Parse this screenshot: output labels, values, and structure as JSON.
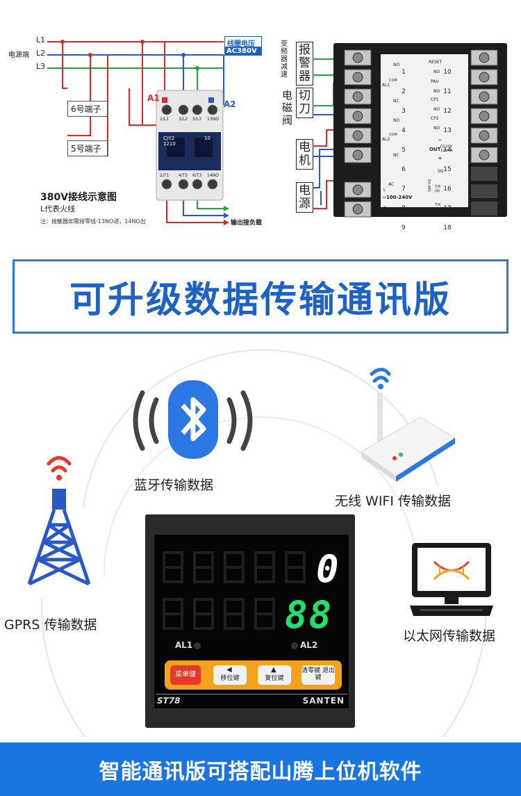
{
  "wiring": {
    "line_labels": [
      "L1",
      "L2",
      "L3"
    ],
    "power_side_label": "电源端",
    "coil_voltage_title": "线圈电压",
    "coil_voltage_value": "AC380V",
    "a1": "A1",
    "a2": "A2",
    "terminal6": "6号端子",
    "terminal5": "5号端子",
    "diagram_title": "380V接线示意图",
    "l_note": "L代表火线",
    "note": "注：接触器如需接零线-13NO进，14NO出",
    "output_load": "输出接负载",
    "contactor_model": "CJX2 1210",
    "contactor_top_terminals": [
      "1/L1",
      "3/L2",
      "5/L3",
      "13NO"
    ],
    "contactor_bottom_terminals": [
      "2/T1",
      "4/T2",
      "6/T3",
      "14NO"
    ],
    "contactor_count": "10"
  },
  "terminal_panel": {
    "left_labels": {
      "inverter": "变频器减速",
      "alarm": "报警器",
      "solenoid": "电磁阀",
      "cutter": "切刀",
      "motor": "电机",
      "power": "电源"
    },
    "left_numbers": [
      "1",
      "2",
      "3",
      "4",
      "5",
      "6",
      "7",
      "8",
      "9"
    ],
    "right_numbers": [
      "10",
      "11",
      "12",
      "13",
      "14",
      "15",
      "16",
      "17",
      "18"
    ],
    "left_text": {
      "no1": "NO",
      "al1": "AL1",
      "com": "COM",
      "nc": "NC",
      "no4": "NO",
      "al2": "AL2",
      "com2": "COM",
      "nc2": "NC",
      "ac_l": "L",
      "ac_n": "N",
      "ac": "AC",
      "range": "~100-240V"
    },
    "right_text": {
      "reset": "RESET",
      "no10": "NO",
      "pau": "PAU",
      "no11": "NO",
      "cp1": "CP1",
      "no12": "NO",
      "cp2": "CP2",
      "no13": "NO",
      "out": "OUT",
      "out_spec": "DC10V 120mA",
      "minus": "−",
      "plus": "+",
      "sg": "SG",
      "rs485": "RS-485",
      "tr_a": "T/R (A)",
      "tr_b": "T/R (B)"
    }
  },
  "title": "可升级数据传输通讯版",
  "features": {
    "bluetooth": "蓝牙传输数据",
    "wifi": "无线 WIFI 传输数据",
    "gprs": "GPRS 传输数据",
    "ethernet": "以太网传输数据"
  },
  "controller": {
    "display_top": "0",
    "display_bottom": "88",
    "al1": "AL1",
    "al2": "AL2",
    "buttons": [
      "菜单键",
      "移位键",
      "复位键",
      "清零键 退出键"
    ],
    "model": "ST78",
    "brand": "SANTEN"
  },
  "footer": "智能通讯版可搭配山腾上位机软件",
  "colors": {
    "accent_blue": "#1e63c4",
    "footer_blue": "#1976e0",
    "display_white": "#ffffff",
    "display_green": "#22e06a",
    "button_bar": "#f3a21c",
    "menu_red": "#e8382b"
  }
}
